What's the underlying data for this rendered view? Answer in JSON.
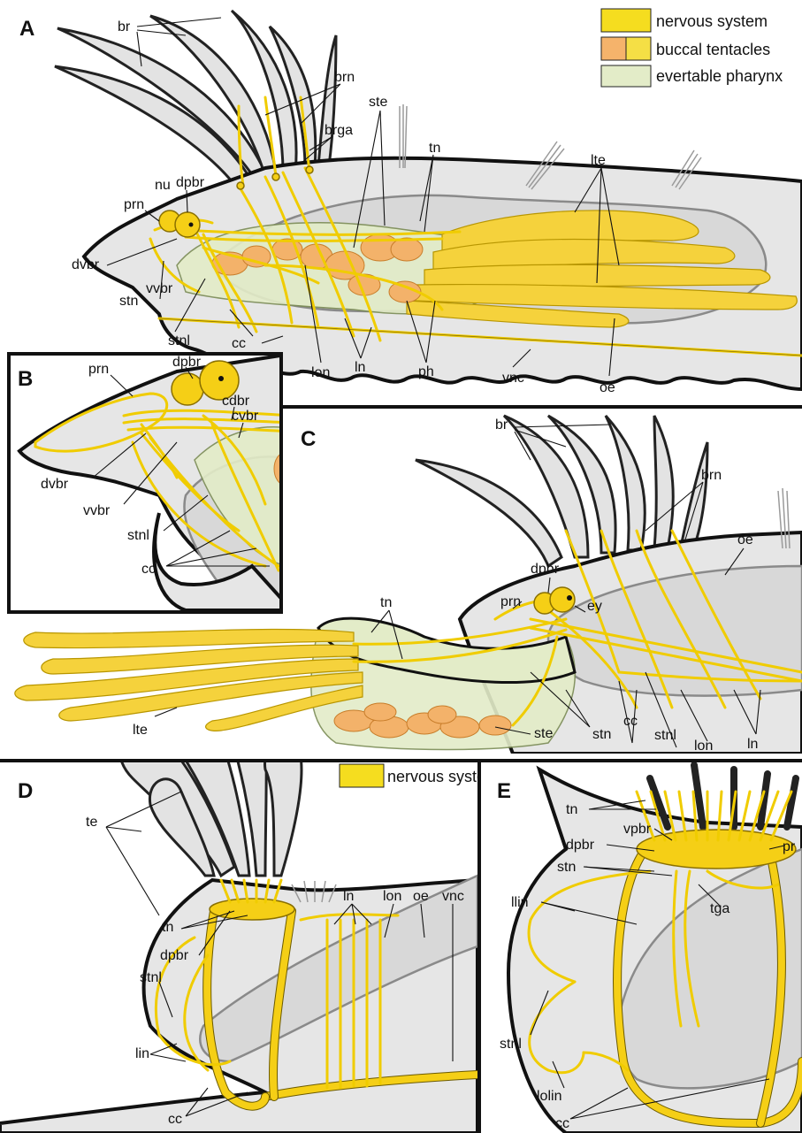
{
  "colors": {
    "nervous_system": "#f5dd1f",
    "buccal_tentacles_orange": "#f5b36b",
    "buccal_tentacles_yellow": "#f5df45",
    "evertable_pharynx": "#e3ecc8",
    "body": "#e6e6e6"
  },
  "legend": {
    "nervous_system": "nervous system",
    "buccal_tentacles": "buccal tentacles",
    "evertable_pharynx": "evertable pharynx"
  },
  "legend_d": {
    "nervous_system": "nervous system"
  },
  "panels": {
    "a": {
      "letter": "A",
      "labels": {
        "br": "br",
        "brn": "brn",
        "brga": "brga",
        "ste": "ste",
        "tn": "tn",
        "lte": "lte",
        "nu": "nu",
        "dpbr": "dpbr",
        "prn": "prn",
        "dvbr": "dvbr",
        "vvbr": "vvbr",
        "stn": "stn",
        "stnl": "stnl",
        "cc": "cc",
        "lon": "lon",
        "ln": "ln",
        "ph": "ph",
        "vnc": "vnc",
        "oe": "oe"
      }
    },
    "b": {
      "letter": "B",
      "labels": {
        "dpbr": "dpbr",
        "prn": "prn",
        "cdbr": "cdbr",
        "cvbr": "cvbr",
        "dvbr": "dvbr",
        "vvbr": "vvbr",
        "stnl": "stnl",
        "cc": "cc"
      }
    },
    "c": {
      "letter": "C",
      "labels": {
        "br": "br",
        "brn": "brn",
        "oe": "oe",
        "dpbr": "dpbr",
        "prn": "prn",
        "ey": "ey",
        "tn": "tn",
        "stn": "stn",
        "cc": "cc",
        "stnl": "stnl",
        "lon": "lon",
        "ln": "ln",
        "ste": "ste",
        "lte": "lte"
      }
    },
    "d": {
      "letter": "D",
      "labels": {
        "te": "te",
        "ln": "ln",
        "lon": "lon",
        "oe": "oe",
        "vnc": "vnc",
        "tn": "tn",
        "dpbr": "dpbr",
        "stnl": "stnl",
        "lin": "lin",
        "cc": "cc"
      }
    },
    "e": {
      "letter": "E",
      "labels": {
        "tn": "tn",
        "vpbr": "vpbr",
        "dpbr": "dpbr",
        "pr": "pr",
        "stn": "stn",
        "llin": "llin",
        "tga": "tga",
        "stnl": "stnl",
        "lolin": "lolin",
        "cc": "cc"
      }
    }
  }
}
